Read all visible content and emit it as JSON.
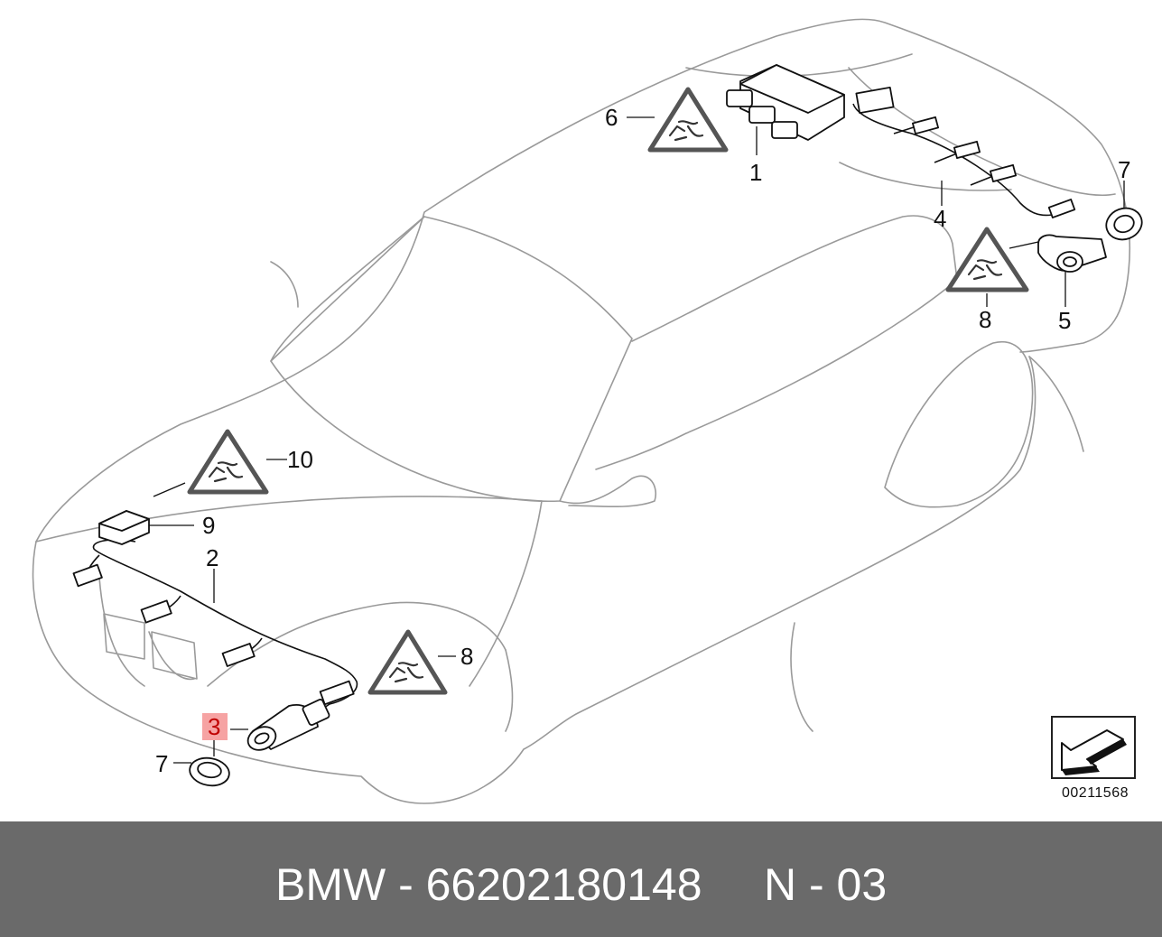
{
  "diagram": {
    "callouts": [
      {
        "id": "c1",
        "text": "1"
      },
      {
        "id": "c2",
        "text": "2"
      },
      {
        "id": "c3",
        "text": "3",
        "highlighted": true
      },
      {
        "id": "c4",
        "text": "4"
      },
      {
        "id": "c5",
        "text": "5"
      },
      {
        "id": "c6",
        "text": "6"
      },
      {
        "id": "c7a",
        "text": "7"
      },
      {
        "id": "c7b",
        "text": "7"
      },
      {
        "id": "c8a",
        "text": "8"
      },
      {
        "id": "c8b",
        "text": "8"
      },
      {
        "id": "c9",
        "text": "9"
      },
      {
        "id": "c10",
        "text": "10"
      }
    ],
    "reference_code": "00211568",
    "highlight_color": "#f6a3a3",
    "highlight_text_color": "#c00000"
  },
  "footer": {
    "part_number": "BMW - 66202180148",
    "position": "N - 03",
    "background": "#6a6a6a"
  }
}
